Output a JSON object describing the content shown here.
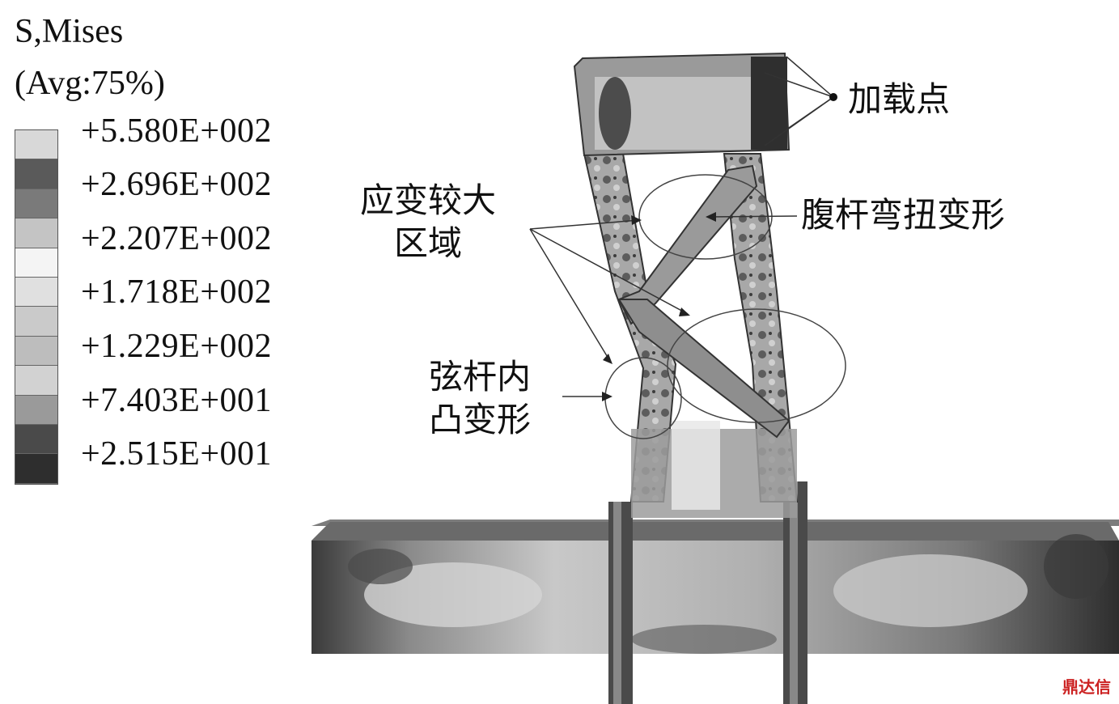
{
  "legend": {
    "title_line1": "S,Mises",
    "title_line2": "(Avg:75%)",
    "labels": [
      "+5.580E+002",
      "+2.696E+002",
      "+2.207E+002",
      "+1.718E+002",
      "+1.229E+002",
      "+7.403E+001",
      "+2.515E+001"
    ],
    "band_colors": [
      "#d8d8d8",
      "#5a5a5a",
      "#7a7a7a",
      "#c4c4c4",
      "#f4f4f4",
      "#e0e0e0",
      "#cacaca",
      "#bdbdbd",
      "#d2d2d2",
      "#9a9a9a",
      "#4a4a4a",
      "#2e2e2e"
    ]
  },
  "annotations": {
    "loading_point": "加载点",
    "large_strain_line1": "应变较大",
    "large_strain_line2": "区域",
    "web_member": "腹杆弯扭变形",
    "chord_line1": "弦杆内",
    "chord_line2": "凸变形"
  },
  "watermark": "鼎达信",
  "colors": {
    "dark": "#2b2b2b",
    "mid": "#6f6f6f",
    "light": "#bdbdbd",
    "pale": "#e6e6e6"
  }
}
